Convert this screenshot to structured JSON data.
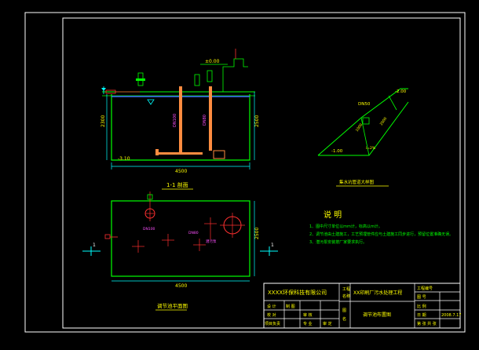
{
  "section_view": {
    "title": "1-1 剖面",
    "dim_width": "4500",
    "dim_height_left": "2300",
    "dim_height_right": "2500",
    "elev_ground": "±0.00",
    "elev_bottom": "-3.10",
    "pipe_label_1": "DN100",
    "pipe_label_2": "DN80"
  },
  "plan_view": {
    "title": "调节池平面图",
    "dim_width": "4500",
    "dim_height": "2500",
    "cut_label_left": "1",
    "cut_label_right": "1",
    "pump_label": "潜污泵",
    "pipe_label_a": "DN100",
    "pipe_label_b": "DN80"
  },
  "detail_view": {
    "title": "集水坑管道大样图",
    "elev_top": "-2.00",
    "elev_bottom": "-1.00",
    "pipe_dn": "DN50",
    "dim_1": "1000",
    "dim_2": "2000",
    "slope": "i=2%"
  },
  "notes": {
    "title": "说 明",
    "items": [
      "1、图中尺寸单位以mm计，标高以m计。",
      "2、调节池由土建施工，工艺预埋管件应与土建施工同步进行，预留位置准确无误。",
      "3、潜污泵安装按厂家要求执行。"
    ]
  },
  "title_block": {
    "company": "XXXX环保科技有限公司",
    "project": "XX印刷厂污水处理工程",
    "drawing_title": "调节池布置图",
    "col_design": "设 计",
    "col_draw": "制 图",
    "col_check": "校 对",
    "col_review": "审 核",
    "col_specialty": "专 业",
    "col_approve": "审 定",
    "col_leader": "项目负责",
    "project_label_a": "工程",
    "project_label_b": "名称",
    "drawing_label_a": "图",
    "drawing_label_b": "名",
    "right_label_1": "工程编号",
    "right_label_2": "图 号",
    "right_label_3": "比 例",
    "right_label_4": "日 期",
    "right_label_5": "第 张 共 张",
    "date": "2008.7.17"
  },
  "colors": {
    "frame": "#ffffff",
    "tank": "#00ff00",
    "water": "#3f6bff",
    "pipe": "#ff8c40",
    "dim": "#00ffff",
    "marker": "#ff3030",
    "text_yellow": "#ffff00",
    "text_green": "#00ff00",
    "text_magenta": "#ff50ff"
  }
}
